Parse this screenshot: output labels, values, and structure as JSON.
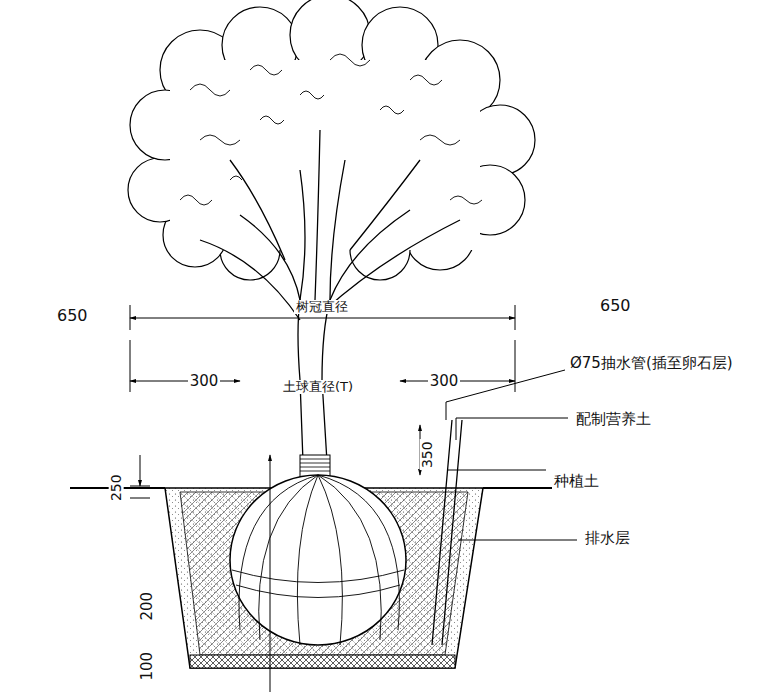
{
  "diagram": {
    "labels": [
      "650",
      "650",
      "树冠直径",
      "300",
      "土球直径(T)",
      "300",
      "Ø75抽水管(插至卵石层)",
      "配制营养土",
      "种植土",
      "排水层",
      "250",
      "350",
      "200",
      "100"
    ]
  }
}
